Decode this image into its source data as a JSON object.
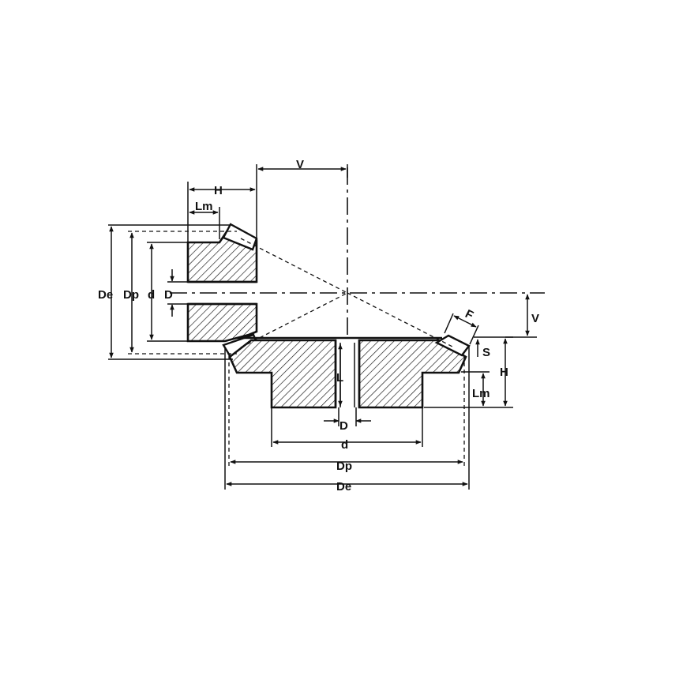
{
  "diagram": {
    "colors": {
      "line": "#111111",
      "background": "#ffffff"
    },
    "labels": {
      "pinion": {
        "De": "De",
        "Dp": "Dp",
        "d": "d",
        "D": "D",
        "H": "H",
        "Lm": "Lm",
        "V": "V"
      },
      "gear": {
        "De": "De",
        "Dp": "Dp",
        "d": "d",
        "D": "D",
        "H": "H",
        "Lm": "Lm",
        "V": "V",
        "L": "L",
        "F": "F",
        "S": "S"
      }
    }
  }
}
